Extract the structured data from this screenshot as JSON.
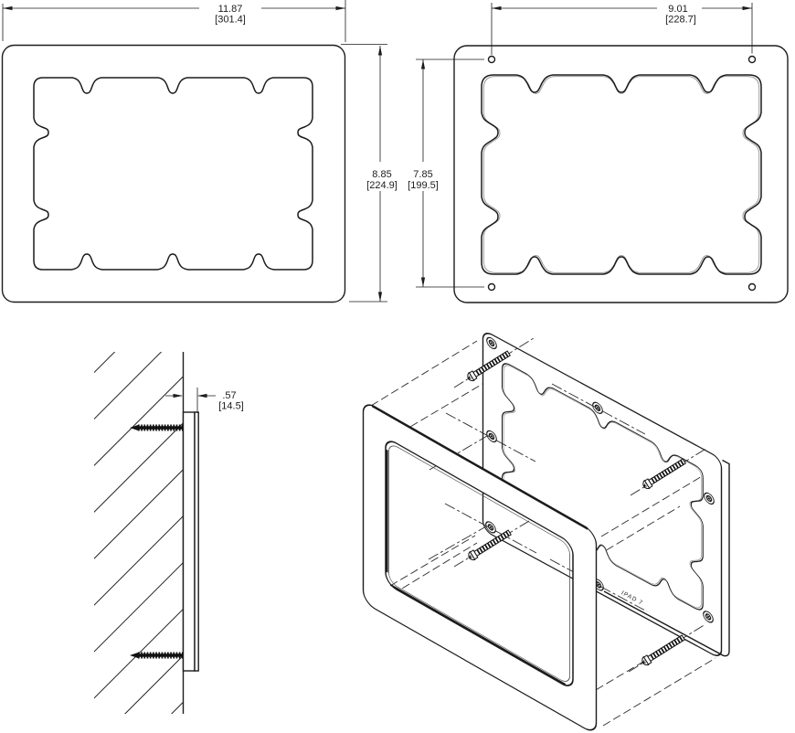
{
  "drawing": {
    "dimensions": {
      "overall_width": {
        "in": "11.87",
        "mm": "[301.4]"
      },
      "overall_height": {
        "in": "8.85",
        "mm": "[224.9]"
      },
      "hole_spacing_width": {
        "in": "9.01",
        "mm": "[228.7]"
      },
      "hole_spacing_height": {
        "in": "7.85",
        "mm": "[199.5]"
      },
      "mount_thickness": {
        "in": ".57",
        "mm": "[14.5]"
      }
    },
    "marking": {
      "model_label": "IPAD 7"
    },
    "colors": {
      "line": "#1c1c1c",
      "secondary_line": "#9a9a9a",
      "background": "#ffffff"
    }
  }
}
